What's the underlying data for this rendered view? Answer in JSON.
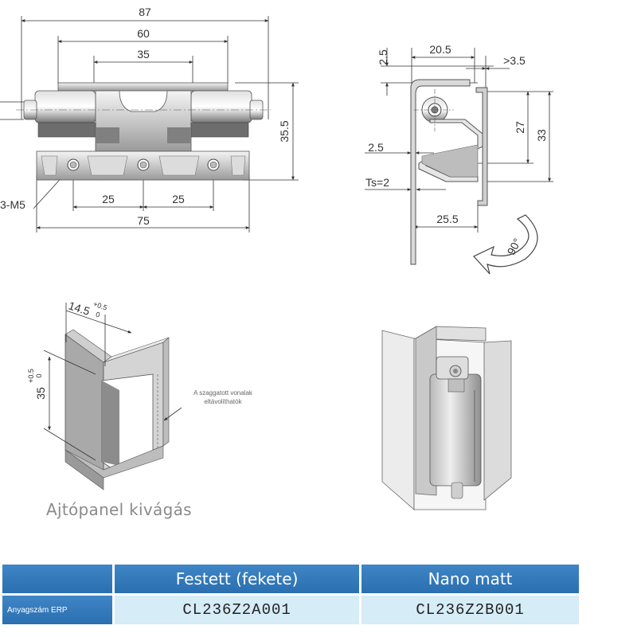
{
  "top_view": {
    "dim_87": "87",
    "dim_60": "60",
    "dim_35": "35",
    "dim_35_5": "35.5",
    "dim_25_left": "25",
    "dim_25_right": "25",
    "dim_75": "75",
    "thread_label": "3-M5"
  },
  "side_view": {
    "dim_2_5_top": "2.5",
    "dim_20_5": "20.5",
    "dim_gt_3_5": ">3.5",
    "dim_27": "27",
    "dim_33": "33",
    "dim_2_5_mid": "2.5",
    "dim_ts": "Ts=2",
    "dim_25_5": "25.5",
    "rotation": "90°"
  },
  "cutout_view": {
    "dim_14_5": "14.5",
    "tol_14_5_upper": "+0.5",
    "tol_14_5_lower": "0",
    "dim_35": "35",
    "tol_35_upper": "+0.5",
    "tol_35_lower": "0",
    "note_line1": "A szaggatott vonalak",
    "note_line2": "eltávolíthatók",
    "caption": "Ajtópanel kivágás"
  },
  "table": {
    "headers": [
      "Festett (fekete)",
      "Nano matt"
    ],
    "row_label": "Anyagszám ERP",
    "codes": [
      "CL236Z2A001",
      "CL236Z2B001"
    ]
  }
}
